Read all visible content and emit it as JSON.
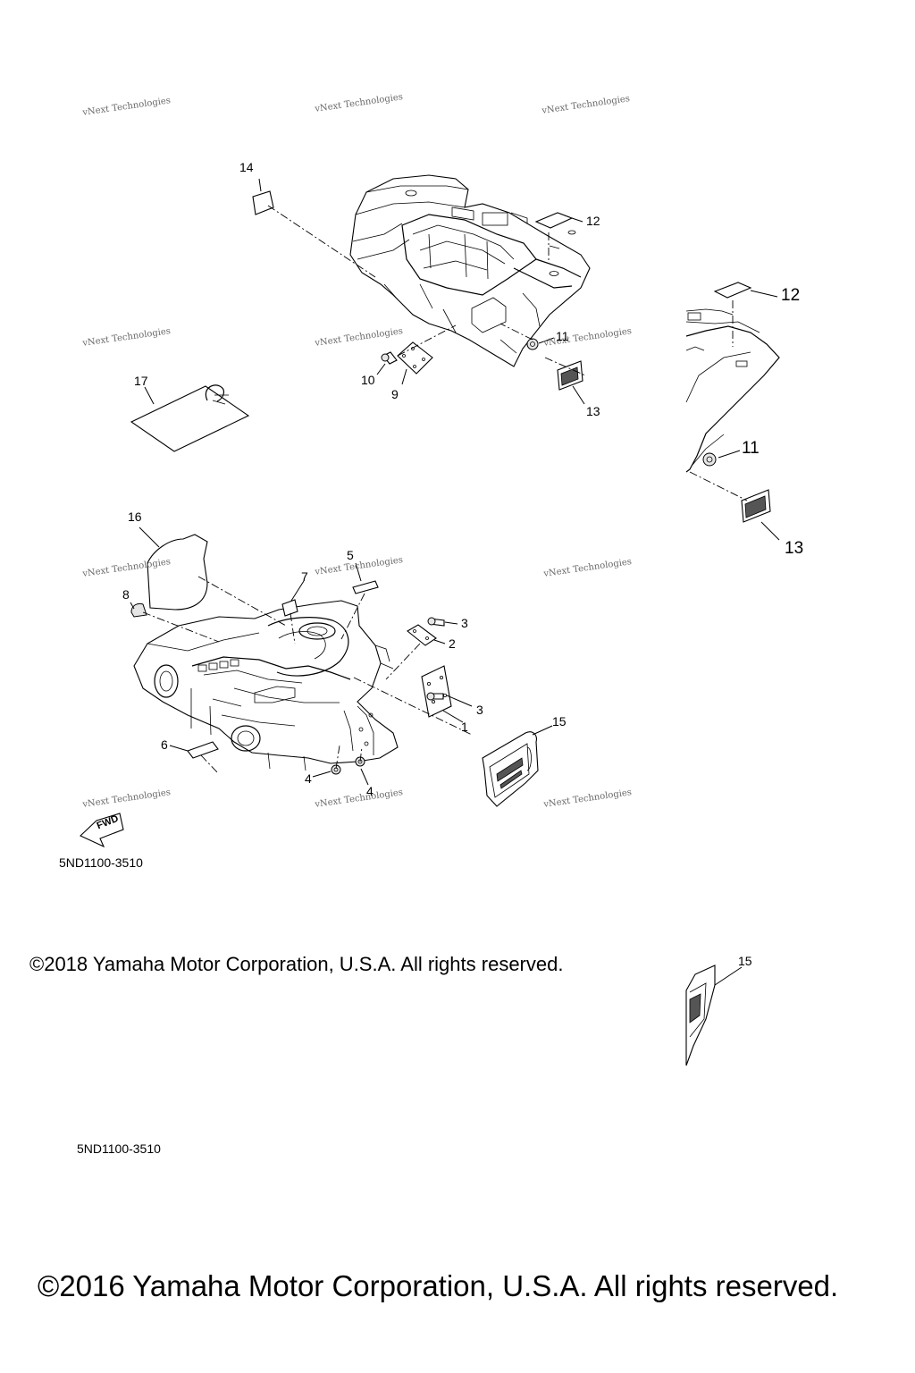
{
  "callouts": {
    "n1": "1",
    "n2": "2",
    "n3a": "3",
    "n3b": "3",
    "n4a": "4",
    "n4b": "4",
    "n5": "5",
    "n6": "6",
    "n7": "7",
    "n8": "8",
    "n9": "9",
    "n10": "10",
    "n11a": "11",
    "n11b": "11",
    "n12a": "12",
    "n12b": "12",
    "n13a": "13",
    "n13b": "13",
    "n14": "14",
    "n15a": "15",
    "n15b": "15",
    "n16": "16",
    "n17": "17"
  },
  "watermark": "vNext Technologies",
  "fwd_label": "FWD",
  "diagram_codes": {
    "main": "5ND1100-3510",
    "lower": "5ND1100-3510"
  },
  "copyrights": {
    "c2018": "©2018 Yamaha Motor Corporation, U.S.A. All rights reserved.",
    "c2016": "©2016 Yamaha Motor Corporation, U.S.A. All rights reserved."
  }
}
